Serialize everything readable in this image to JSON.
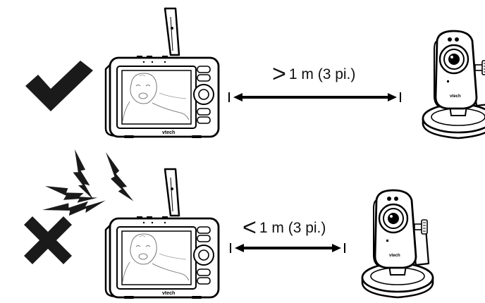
{
  "diagram": {
    "correct_row": {
      "indicator": "checkmark-icon",
      "distance_symbol": ">",
      "distance_text": "1 m (3 pi.)"
    },
    "incorrect_row": {
      "indicator": "cross-icon",
      "interference": "lightning-bolts-icon",
      "distance_symbol": "<",
      "distance_text": "1 m (3 pi.)"
    },
    "brand_parent_unit": "vtech",
    "brand_camera": "vtech"
  }
}
